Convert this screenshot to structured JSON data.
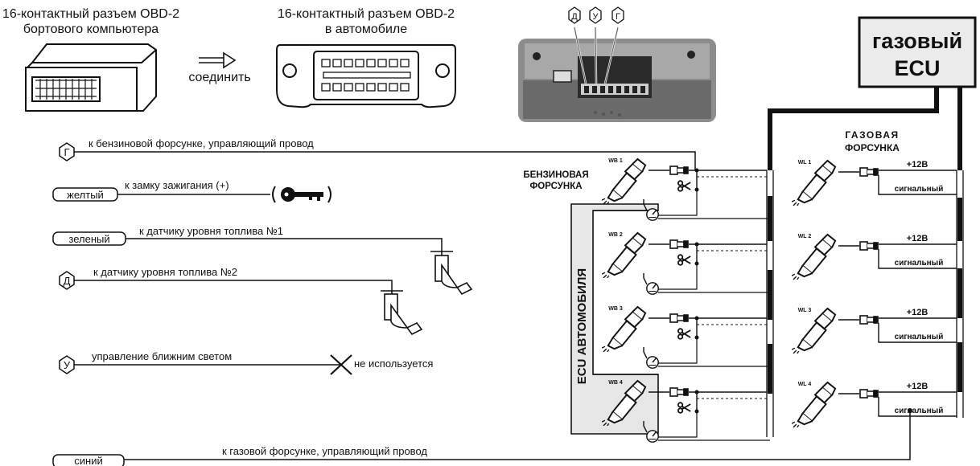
{
  "top": {
    "obd_pc_line1": "16-контактный разъем OBD-2",
    "obd_pc_line2": "бортового компьютера",
    "obd_car_line1": "16-контактный разъем OBD-2",
    "obd_car_line2": "в автомобиле",
    "connect": "соединить",
    "pins": [
      "Д",
      "У",
      "Г"
    ]
  },
  "gas_ecu": {
    "line1": "газовый",
    "line2": "ECU"
  },
  "wires": [
    {
      "tag": "Г",
      "label": "к бензиновой форсунке, управляющий провод"
    },
    {
      "tag": "желтый",
      "label": "к замку зажигания (+)"
    },
    {
      "tag": "зеленый",
      "label": "к датчику уровня топлива №1"
    },
    {
      "tag": "Д",
      "label": "к датчику уровня топлива №2"
    },
    {
      "tag": "У",
      "label": "управление ближним светом",
      "note": "не используется"
    },
    {
      "tag": "синий",
      "label": "к газовой форсунке, управляющий провод"
    }
  ],
  "petrol": {
    "title1": "БЕНЗИНОВАЯ",
    "title2": "ФОРСУНКА",
    "labels": [
      "WB 1",
      "WB 2",
      "WB 3",
      "WB 4"
    ]
  },
  "gas": {
    "title1": "ГАЗОВАЯ",
    "title2": "ФОРСУНКА",
    "labels": [
      "WL 1",
      "WL 2",
      "WL 3",
      "WL 4"
    ],
    "plus": "+12В",
    "signal": "сигнальный"
  },
  "car_ecu": "ECU АВТОМОБИЛЯ"
}
